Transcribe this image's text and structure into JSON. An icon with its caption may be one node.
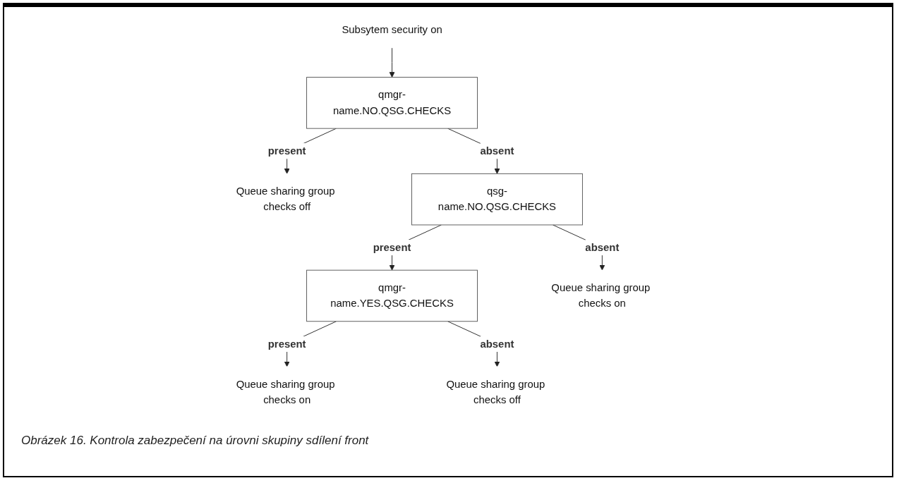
{
  "diagram": {
    "caption": "Obrázek 16. Kontrola zabezpečení na úrovni skupiny sdílení front",
    "nodes": [
      {
        "text": [
          "Subsytem security on"
        ]
      },
      {
        "text": [
          "qmgr-name.NO.QSG.CHECKS"
        ]
      },
      {
        "text": [
          "Queue sharing group checks off"
        ]
      },
      {
        "text": [
          "qsg-name.NO.QSG.CHECKS"
        ]
      },
      {
        "text": [
          "qmgr-name.YES.QSG.CHECKS"
        ]
      },
      {
        "text": [
          "Queue sharing group checks on"
        ]
      },
      {
        "text": [
          "Queue sharing group checks on"
        ]
      },
      {
        "text": [
          "Queue sharing group checks off"
        ]
      }
    ],
    "edges": [
      {
        "from": 0,
        "to": 1,
        "arrow": "to"
      },
      {
        "from": 1,
        "to": 2,
        "arrow": "to",
        "label": "present"
      },
      {
        "from": 1,
        "to": 3,
        "arrow": "to",
        "label": "absent"
      },
      {
        "from": 3,
        "to": 4,
        "arrow": "to",
        "label": "present"
      },
      {
        "from": 3,
        "to": 5,
        "arrow": "to",
        "label": "absent"
      },
      {
        "from": 4,
        "to": 6,
        "arrow": "to",
        "label": "present"
      },
      {
        "from": 4,
        "to": 7,
        "arrow": "to",
        "label": "absent"
      }
    ]
  }
}
